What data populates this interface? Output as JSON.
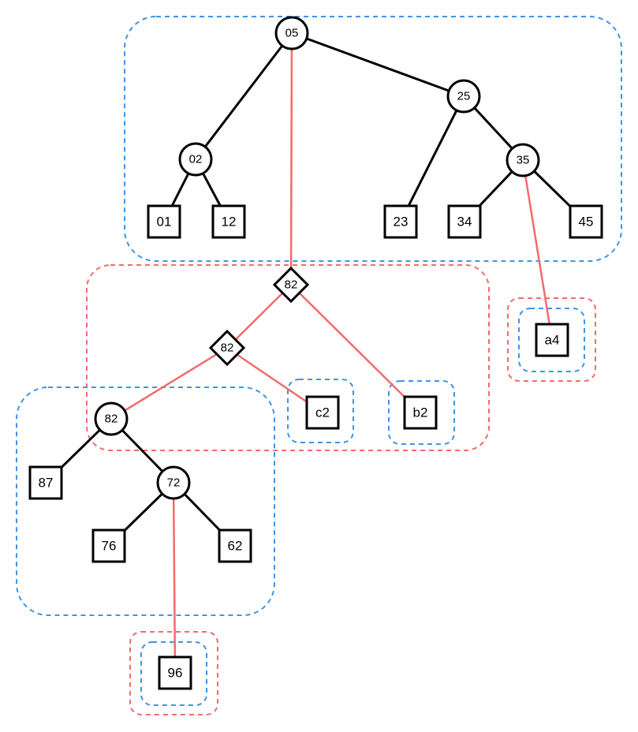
{
  "colors": {
    "black_edge": "#000000",
    "red_edge": "#f26b6b",
    "blue_dash": "#3d95e6",
    "red_dash": "#f26b6b",
    "node_fill": "#ffffff"
  },
  "nodes": [
    {
      "id": "n05",
      "label": "05",
      "shape": "circle"
    },
    {
      "id": "n02",
      "label": "02",
      "shape": "circle"
    },
    {
      "id": "n25",
      "label": "25",
      "shape": "circle"
    },
    {
      "id": "n35",
      "label": "35",
      "shape": "circle"
    },
    {
      "id": "l01",
      "label": "01",
      "shape": "square"
    },
    {
      "id": "l12",
      "label": "12",
      "shape": "square"
    },
    {
      "id": "l23",
      "label": "23",
      "shape": "square"
    },
    {
      "id": "l34",
      "label": "34",
      "shape": "square"
    },
    {
      "id": "l45",
      "label": "45",
      "shape": "square"
    },
    {
      "id": "d82a",
      "label": "82",
      "shape": "diamond"
    },
    {
      "id": "d82b",
      "label": "82",
      "shape": "diamond"
    },
    {
      "id": "c82",
      "label": "82",
      "shape": "circle"
    },
    {
      "id": "n72",
      "label": "72",
      "shape": "circle"
    },
    {
      "id": "l87",
      "label": "87",
      "shape": "square"
    },
    {
      "id": "l76",
      "label": "76",
      "shape": "square"
    },
    {
      "id": "l62",
      "label": "62",
      "shape": "square"
    },
    {
      "id": "l96",
      "label": "96",
      "shape": "square"
    },
    {
      "id": "lc2",
      "label": "c2",
      "shape": "square"
    },
    {
      "id": "lb2",
      "label": "b2",
      "shape": "square"
    },
    {
      "id": "la4",
      "label": "a4",
      "shape": "square"
    }
  ],
  "edges": [
    {
      "from": "n05",
      "to": "n02",
      "color": "black"
    },
    {
      "from": "n05",
      "to": "n25",
      "color": "black"
    },
    {
      "from": "n02",
      "to": "l01",
      "color": "black"
    },
    {
      "from": "n02",
      "to": "l12",
      "color": "black"
    },
    {
      "from": "n25",
      "to": "l23",
      "color": "black"
    },
    {
      "from": "n25",
      "to": "n35",
      "color": "black"
    },
    {
      "from": "n35",
      "to": "l34",
      "color": "black"
    },
    {
      "from": "n35",
      "to": "l45",
      "color": "black"
    },
    {
      "from": "n05",
      "to": "d82a",
      "color": "red"
    },
    {
      "from": "n35",
      "to": "la4",
      "color": "red"
    },
    {
      "from": "d82a",
      "to": "d82b",
      "color": "red"
    },
    {
      "from": "d82a",
      "to": "lb2",
      "color": "red"
    },
    {
      "from": "d82b",
      "to": "c82",
      "color": "red"
    },
    {
      "from": "d82b",
      "to": "lc2",
      "color": "red"
    },
    {
      "from": "c82",
      "to": "l87",
      "color": "black"
    },
    {
      "from": "c82",
      "to": "n72",
      "color": "black"
    },
    {
      "from": "n72",
      "to": "l76",
      "color": "black"
    },
    {
      "from": "n72",
      "to": "l62",
      "color": "black"
    },
    {
      "from": "n72",
      "to": "l96",
      "color": "red"
    }
  ],
  "groups": [
    {
      "id": "top-tree",
      "color": "blue"
    },
    {
      "id": "diamond-group",
      "color": "red"
    },
    {
      "id": "lower-tree",
      "color": "blue"
    },
    {
      "id": "c2-group",
      "color": "blue"
    },
    {
      "id": "b2-group",
      "color": "blue"
    },
    {
      "id": "a4-outer",
      "color": "red"
    },
    {
      "id": "a4-inner",
      "color": "blue"
    },
    {
      "id": "n96-outer",
      "color": "red"
    },
    {
      "id": "n96-inner",
      "color": "blue"
    }
  ]
}
